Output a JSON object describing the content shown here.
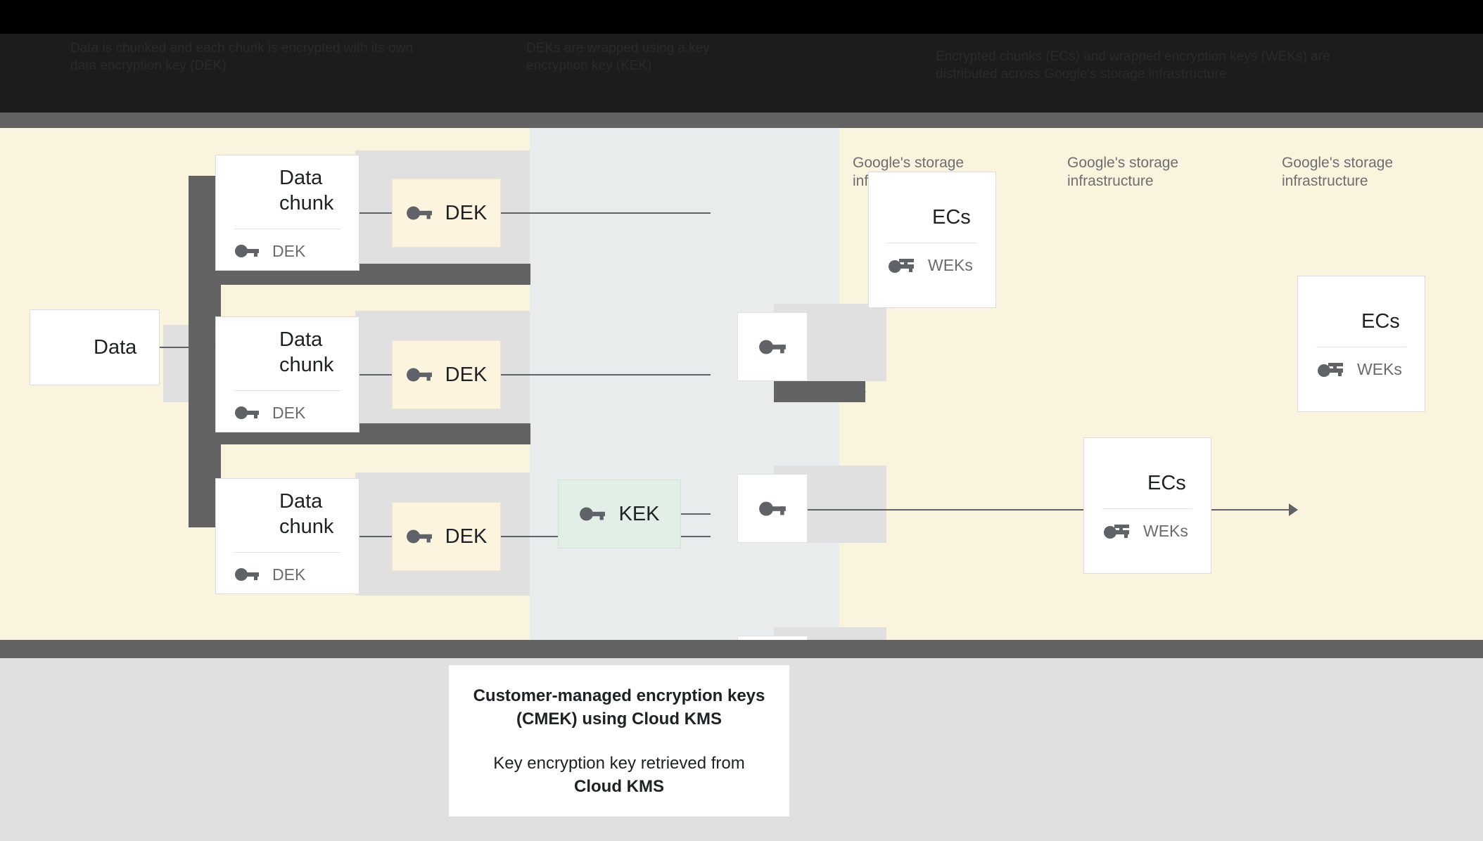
{
  "header": {
    "columns": [
      "Data is chunked and each chunk is encrypted with its own data encryption key (DEK)",
      "DEKs are wrapped using a key encryption key (KEK)",
      "Encrypted chunks (ECs) and wrapped encryption keys (WEKs) are distributed across Google's storage infrastructure"
    ]
  },
  "stage": {
    "source_card": {
      "title": "Data",
      "icon": "server-icon"
    },
    "chunk_cards": [
      {
        "title": "Data chunk",
        "key_label": "DEK",
        "icon": "server-icon",
        "key_icon": "key-icon"
      },
      {
        "title": "Data chunk",
        "key_label": "DEK",
        "icon": "server-icon",
        "key_icon": "key-icon"
      },
      {
        "title": "Data chunk",
        "key_label": "DEK",
        "icon": "server-icon",
        "key_icon": "key-icon"
      }
    ],
    "dek_chips": [
      {
        "label": "DEK",
        "icon": "key-icon"
      },
      {
        "label": "DEK",
        "icon": "key-icon"
      },
      {
        "label": "DEK",
        "icon": "key-icon"
      }
    ],
    "kek_chip": {
      "label": "KEK",
      "icon": "key-icon"
    },
    "wrapped_chips": [
      {
        "label": "",
        "icon": "key-icon"
      },
      {
        "label": "",
        "icon": "key-icon"
      },
      {
        "label": "",
        "icon": "key-icon"
      }
    ],
    "storage_captions": [
      "Google's storage infrastructure",
      "Google's storage infrastructure",
      "Google's storage infrastructure"
    ],
    "ec_cards": [
      {
        "title": "ECs",
        "key_label": "WEKs",
        "icon": "server-icon",
        "key_icon": "double-key-icon"
      },
      {
        "title": "ECs",
        "key_label": "WEKs",
        "icon": "server-icon",
        "key_icon": "double-key-icon"
      },
      {
        "title": "ECs",
        "key_label": "WEKs",
        "icon": "server-icon",
        "key_icon": "double-key-icon"
      }
    ]
  },
  "caption": {
    "title_line1": "Customer-managed encryption keys",
    "title_line2": "(CMEK) using Cloud KMS",
    "body_line1": "Key encryption key retrieved from",
    "body_line2": "Cloud KMS"
  },
  "colors": {
    "stage_bg": "#faf4df",
    "mid_band": "#e8ecec",
    "rail": "#e0e0e0",
    "dark_bar": "#636363",
    "dek_chip": "#fcf4de",
    "kek_chip": "#e1efe7",
    "icon": "#5f6368",
    "bottom_bg": "#e0e0e0"
  }
}
